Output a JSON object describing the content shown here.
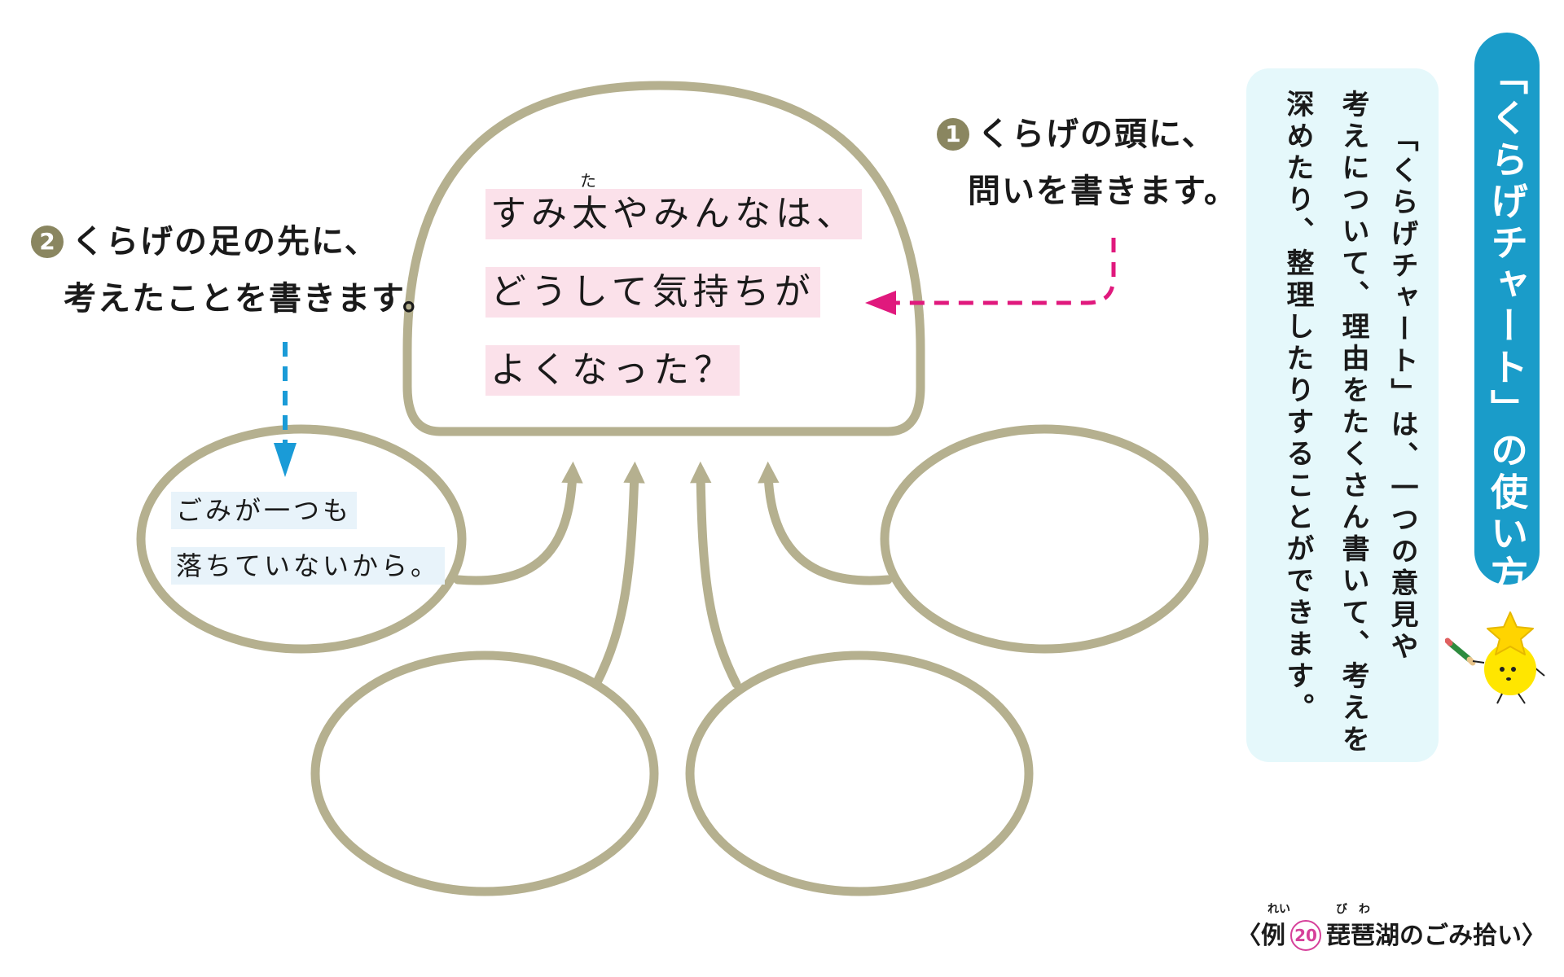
{
  "instructions": {
    "step1": {
      "number": "1",
      "line1": "くらげの頭に、",
      "line2": "問いを書きます。"
    },
    "step2": {
      "number": "2",
      "line1": "くらげの足の先に、",
      "line2": "考えたことを書きます。"
    }
  },
  "question": {
    "line1": "すみ太やみんなは、",
    "ruby": "た",
    "line2": "どうして気持ちが",
    "line3": "よくなった？"
  },
  "answer": {
    "line1": "ごみが一つも",
    "line2": "落ちていないから。"
  },
  "explanation": {
    "col1": "「くらげチャート」は、一つの意見や",
    "col2": "考えについて、理由をたくさん書いて、考えを",
    "col3": "深めたり、整理したりすることができます。"
  },
  "title": "「くらげチャート」の使い方",
  "footer": {
    "open": "〈",
    "rei": "例",
    "rei_ruby": "れい",
    "number": "20",
    "biwa": "琵琶",
    "biwa_ruby": "びわ",
    "rest": "湖のごみ拾い",
    "close": "〉"
  },
  "colors": {
    "outline": "#b5b08f",
    "question_highlight": "#fbe1ea",
    "answer_highlight": "#e8f3fa",
    "arrow_pink": "#e0197d",
    "arrow_blue": "#1a9bd7",
    "title_bg": "#1a9cc9",
    "panel_bg": "#e5f8fb",
    "badge": "#8a8660",
    "mascot_yellow": "#ffe600"
  }
}
